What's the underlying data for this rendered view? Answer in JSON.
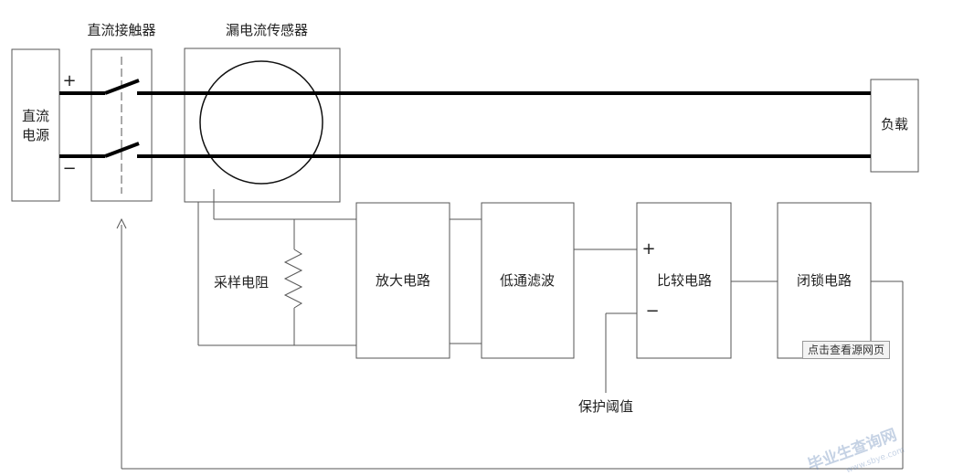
{
  "blocks": {
    "dc_source": "直流\n电源",
    "dc_source_line1": "直流",
    "dc_source_line2": "电源",
    "contactor": "直流接触器",
    "sensor": "漏电流传感器",
    "load": "负载",
    "resistor": "采样电阻",
    "amplifier": "放大电路",
    "lowpass": "低通滤波",
    "comparator": "比较电路",
    "latch": "闭锁电路"
  },
  "signs": {
    "source_plus": "+",
    "source_minus": "−",
    "comp_plus": "+",
    "comp_minus": "−"
  },
  "threshold_label": "保护阈值",
  "view_source_button": "点击查看源网页",
  "watermark": {
    "primary": "毕业生查询网",
    "secondary": "www.sbye.com"
  }
}
